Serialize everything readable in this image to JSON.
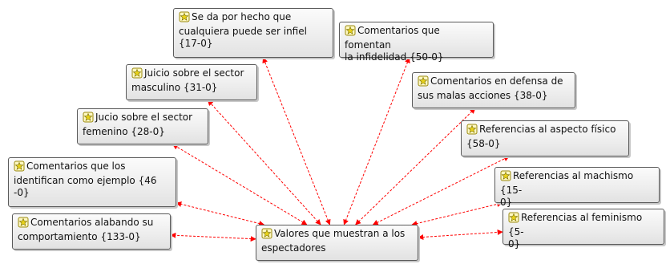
{
  "diagram": {
    "hub": {
      "id": "hub",
      "text": "Valores que muestran a los\nespectadores"
    },
    "codes": [
      {
        "id": "n1",
        "text": "Se da por hecho que\ncualquiera puede ser  infiel\n{17-0}"
      },
      {
        "id": "n2",
        "text": "Comentarios que fomentan\nla infidelidad {50-0}"
      },
      {
        "id": "n3",
        "text": "Juicio sobre el sector\nmasculino {31-0}"
      },
      {
        "id": "n4",
        "text": "Comentarios en defensa de\nsus malas acciones {38-0}"
      },
      {
        "id": "n5",
        "text": "Jucio sobre el sector\nfemenino {28-0}"
      },
      {
        "id": "n6",
        "text": "Referencias al aspecto físico\n{58-0}"
      },
      {
        "id": "n7",
        "text": "Comentarios que los\nidentifican como ejemplo {46\n-0}"
      },
      {
        "id": "n8",
        "text": "Referencias al machismo {15-\n0}"
      },
      {
        "id": "n9",
        "text": "Comentarios alabando su\ncomportamiento {133-0}"
      },
      {
        "id": "n10",
        "text": "Referencias al feminismo {5-\n0}"
      }
    ],
    "icon": "code-icon",
    "link_color": "#ff0000",
    "icon_color": "#e8d21a"
  }
}
